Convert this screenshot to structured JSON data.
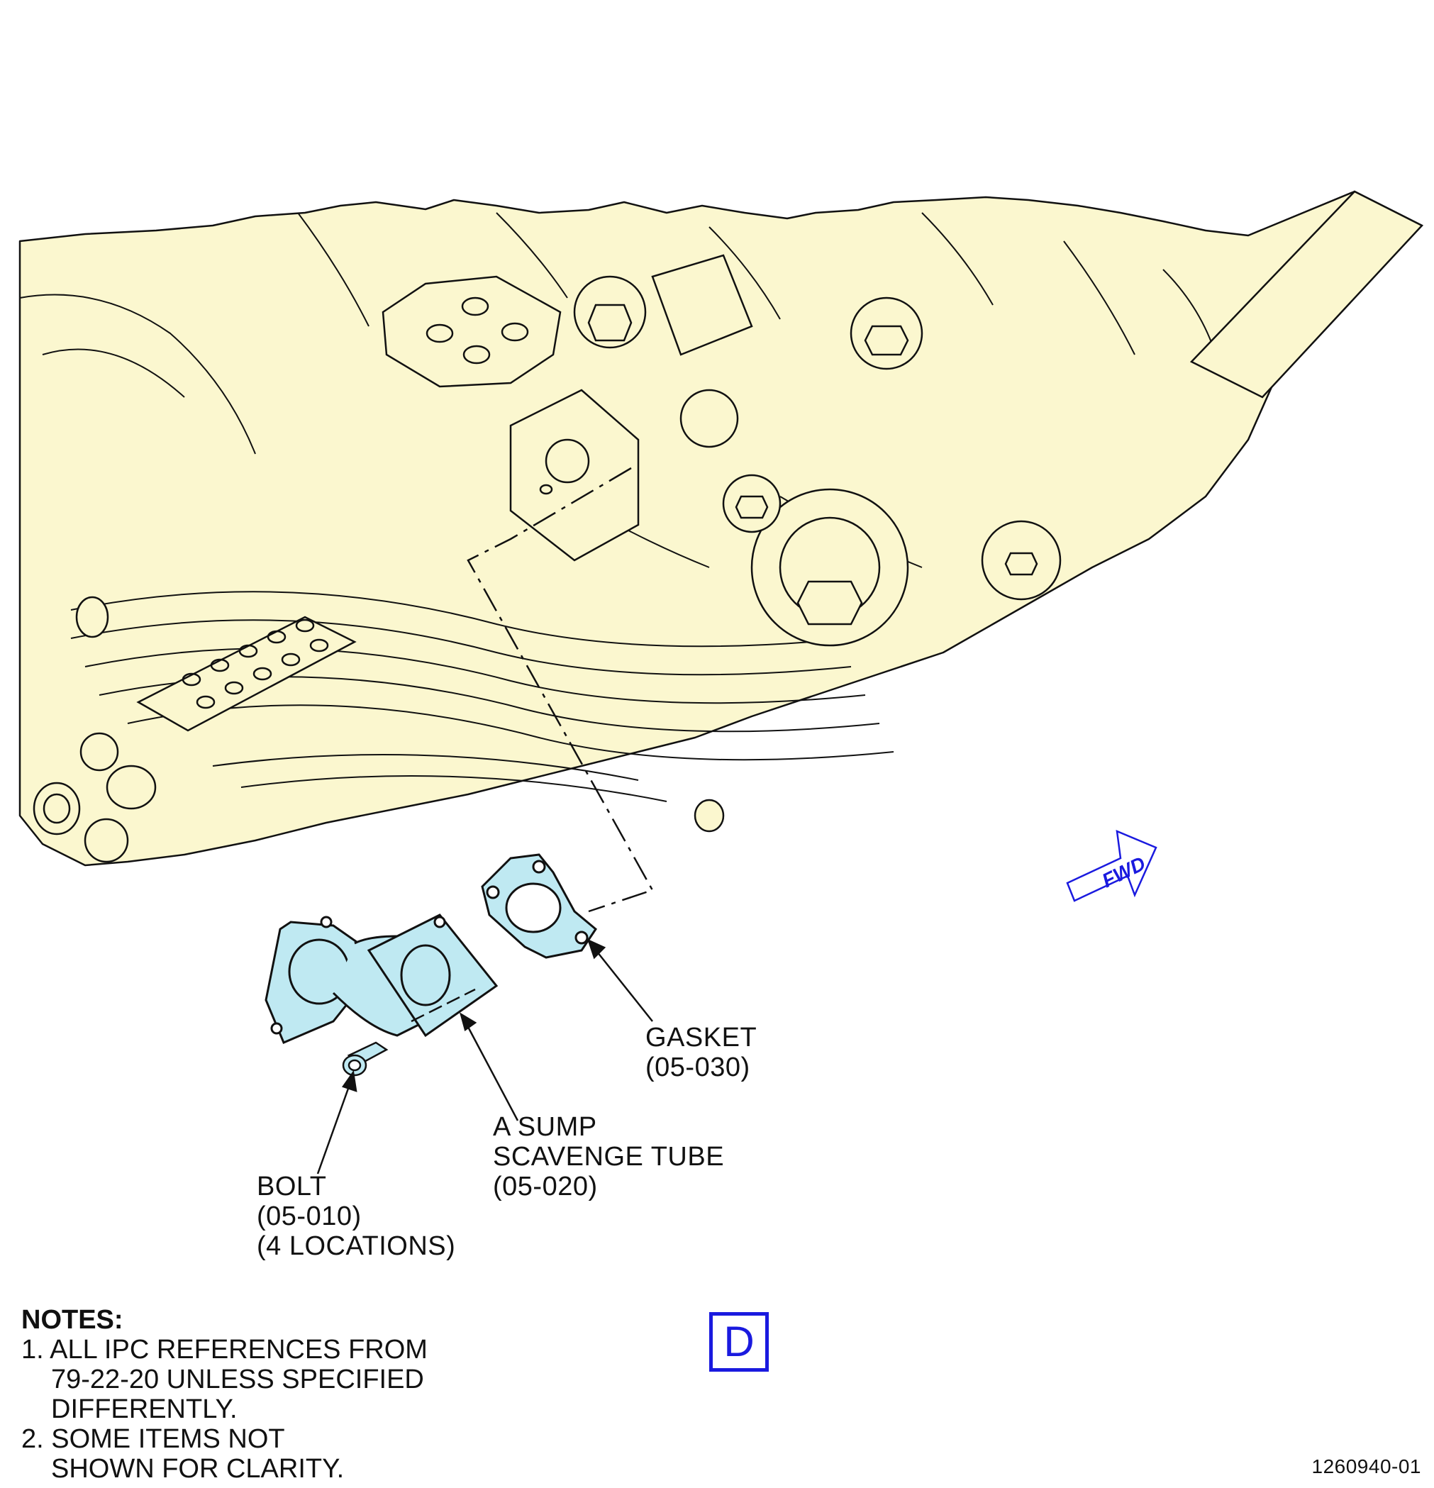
{
  "callouts": {
    "gasket": {
      "line1": "GASKET",
      "line2": "(05-030)"
    },
    "tube": {
      "line1": "A SUMP",
      "line2": "SCAVENGE TUBE",
      "line3": "(05-020)"
    },
    "bolt": {
      "line1": "BOLT",
      "line2": "(05-010)",
      "line3": "(4 LOCATIONS)"
    }
  },
  "notes": {
    "heading": "NOTES:",
    "n1_line1": "1. ALL IPC REFERENCES FROM",
    "n1_line2": "79-22-20 UNLESS SPECIFIED",
    "n1_line3": "DIFFERENTLY.",
    "n2_line1": "2. SOME ITEMS NOT",
    "n2_line2": "SHOWN FOR CLARITY."
  },
  "view_label": "D",
  "fwd_label": "FWD",
  "figure_number": "1260940-01",
  "colors": {
    "engine_fill": "#fbf7cf",
    "part_fill": "#bfe9f2",
    "accent_blue": "#1a1adf",
    "outline": "#111111"
  }
}
